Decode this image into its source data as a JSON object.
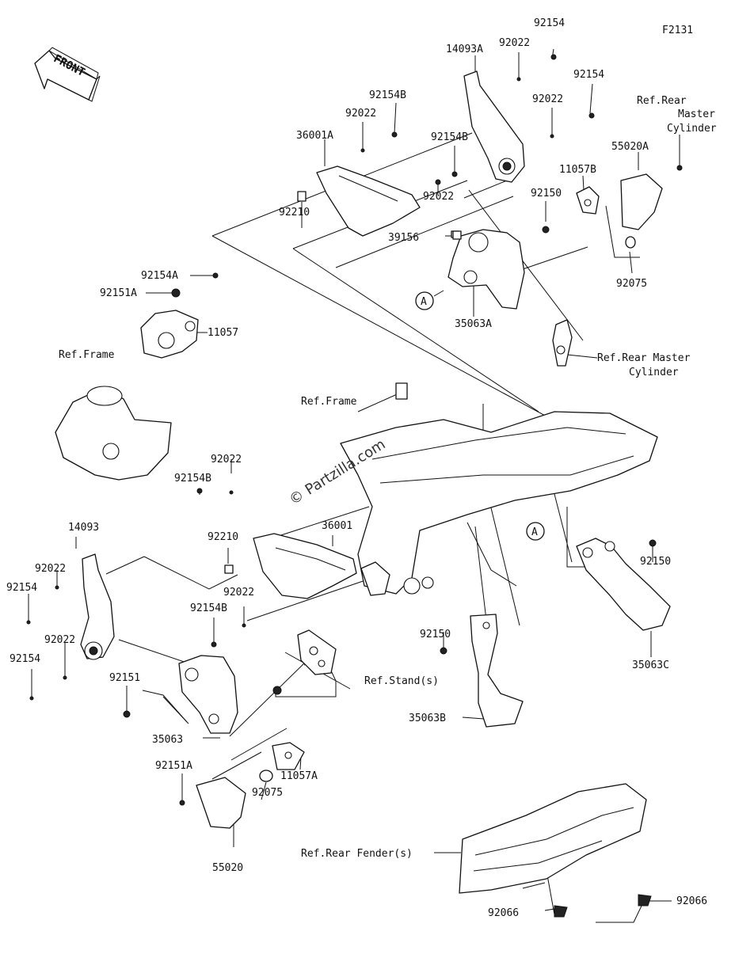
{
  "figure_code": "F2131",
  "front_arrow": {
    "label": "FRONT",
    "icon": "front-arrow-icon"
  },
  "watermark": "© Partzilla.com",
  "callout_marker": "A",
  "part_labels": [
    "92154",
    "92022",
    "14093A",
    "92154",
    "92022",
    "92154B",
    "92022",
    "36001A",
    "92154B",
    "92022",
    "92210",
    "39156",
    "11057B",
    "92150",
    "55020A",
    "Ref.Rear",
    "Master",
    "Cylinder",
    "92075",
    "35063A",
    "Ref.Rear Master",
    "Cylinder",
    "92154A",
    "92151A",
    "11057",
    "Ref.Frame",
    "Ref.Frame",
    "92022",
    "92154B",
    "92210",
    "36001",
    "14093",
    "92022",
    "92154",
    "92022",
    "92154",
    "92022",
    "92154B",
    "92150",
    "92150",
    "35063C",
    "92151",
    "35063",
    "Ref.Stand(s)",
    "35063B",
    "92151A",
    "92075",
    "11057A",
    "55020",
    "Ref.Rear Fender(s)",
    "92066",
    "92066"
  ]
}
